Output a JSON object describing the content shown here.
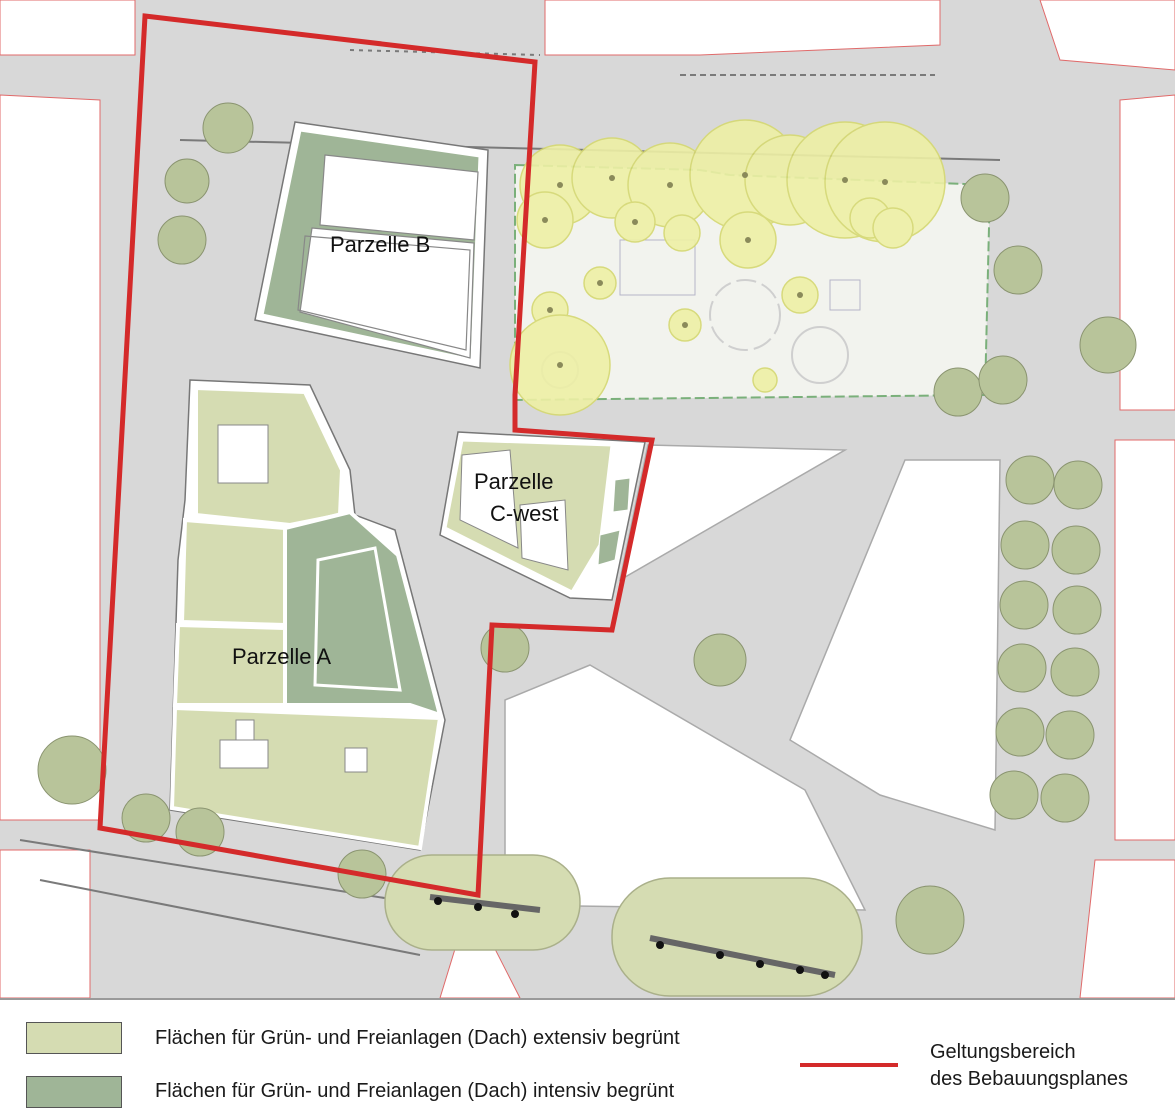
{
  "parcels": {
    "b": "Parzelle B",
    "c_line1": "Parzelle",
    "c_line2": "C-west",
    "a": "Parzelle A"
  },
  "legend": {
    "extensive": {
      "label": "Flächen für Grün- und Freianlagen (Dach) extensiv begrünt",
      "color": "#d5dcb2"
    },
    "intensive": {
      "label": "Flächen für Grün- und Freianlagen (Dach) intensiv begrünt",
      "color": "#9fb597"
    },
    "boundary": {
      "line1": "Geltungsbereich",
      "line2": "des Bebauungsplanes",
      "color": "#d42a2a"
    }
  },
  "colors": {
    "street": "#d7d7d7",
    "block": "#ffffff",
    "tree_canopy": "#b8c49a",
    "existing_tree_canopy": "#eef0a8"
  }
}
